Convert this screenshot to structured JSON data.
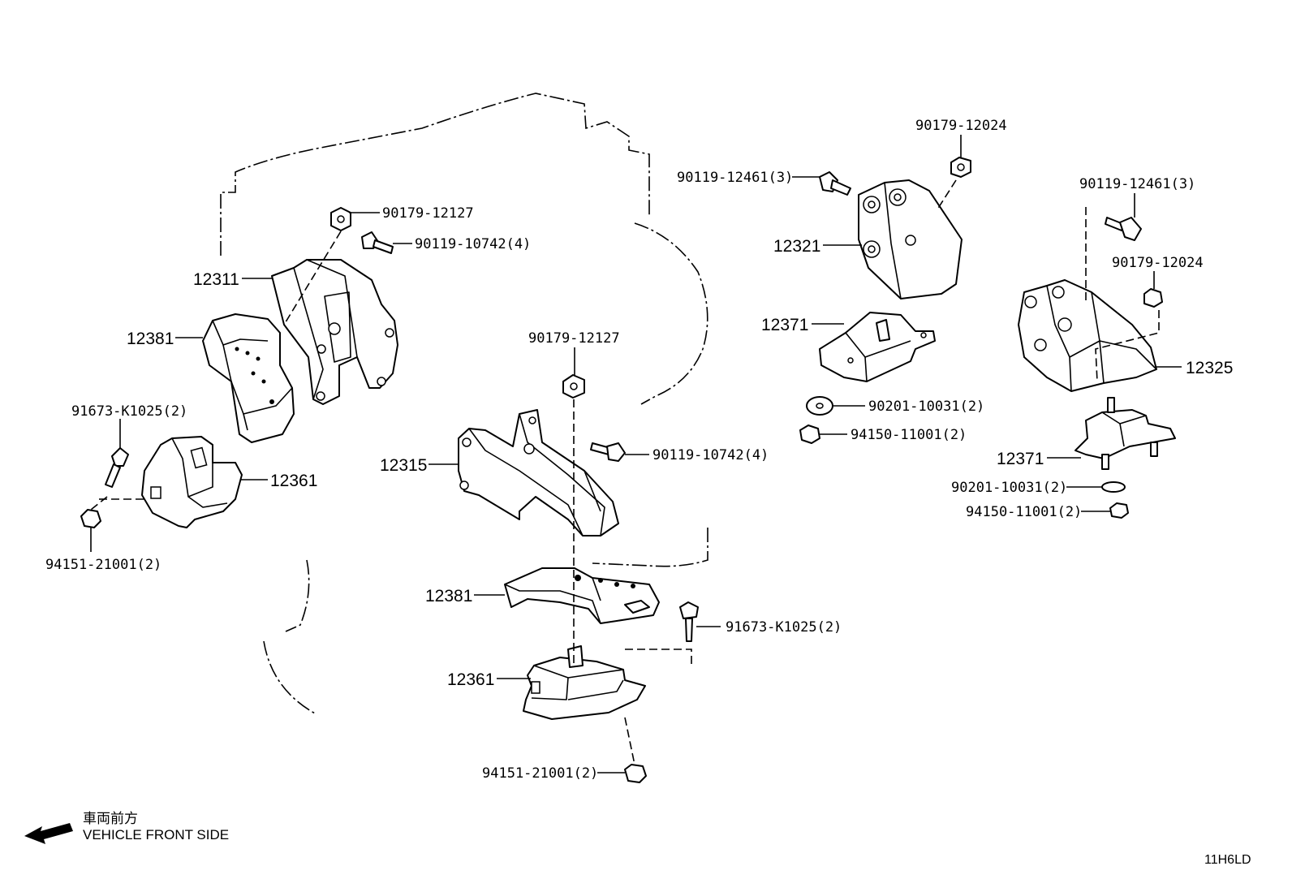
{
  "labels": {
    "p_90179_12127_top": "90179-12127",
    "p_90119_10742_top": "90119-10742(4)",
    "r_12311": "12311",
    "r_12381_left": "12381",
    "p_91673_left": "91673-K1025(2)",
    "r_12361_left": "12361",
    "p_94151_left": "94151-21001(2)",
    "p_90179_12127_mid": "90179-12127",
    "r_12315": "12315",
    "p_90119_10742_mid": "90119-10742(4)",
    "r_12381_center": "12381",
    "p_91673_center": "91673-K1025(2)",
    "r_12361_center": "12361",
    "p_94151_center": "94151-21001(2)",
    "p_90179_12024_top": "90179-12024",
    "p_90119_12461_mid": "90119-12461(3)",
    "r_12321": "12321",
    "r_12371_mid": "12371",
    "p_90201_mid": "90201-10031(2)",
    "p_94150_mid": "94150-11001(2)",
    "p_90119_12461_right": "90119-12461(3)",
    "p_90179_12024_right": "90179-12024",
    "r_12325": "12325",
    "r_12371_right": "12371",
    "p_90201_right": "90201-10031(2)",
    "p_94150_right": "94150-11001(2)"
  },
  "direction_note": {
    "jp": "車両前方",
    "en": "VEHICLE FRONT SIDE"
  },
  "illustration_code": "11H6LD"
}
